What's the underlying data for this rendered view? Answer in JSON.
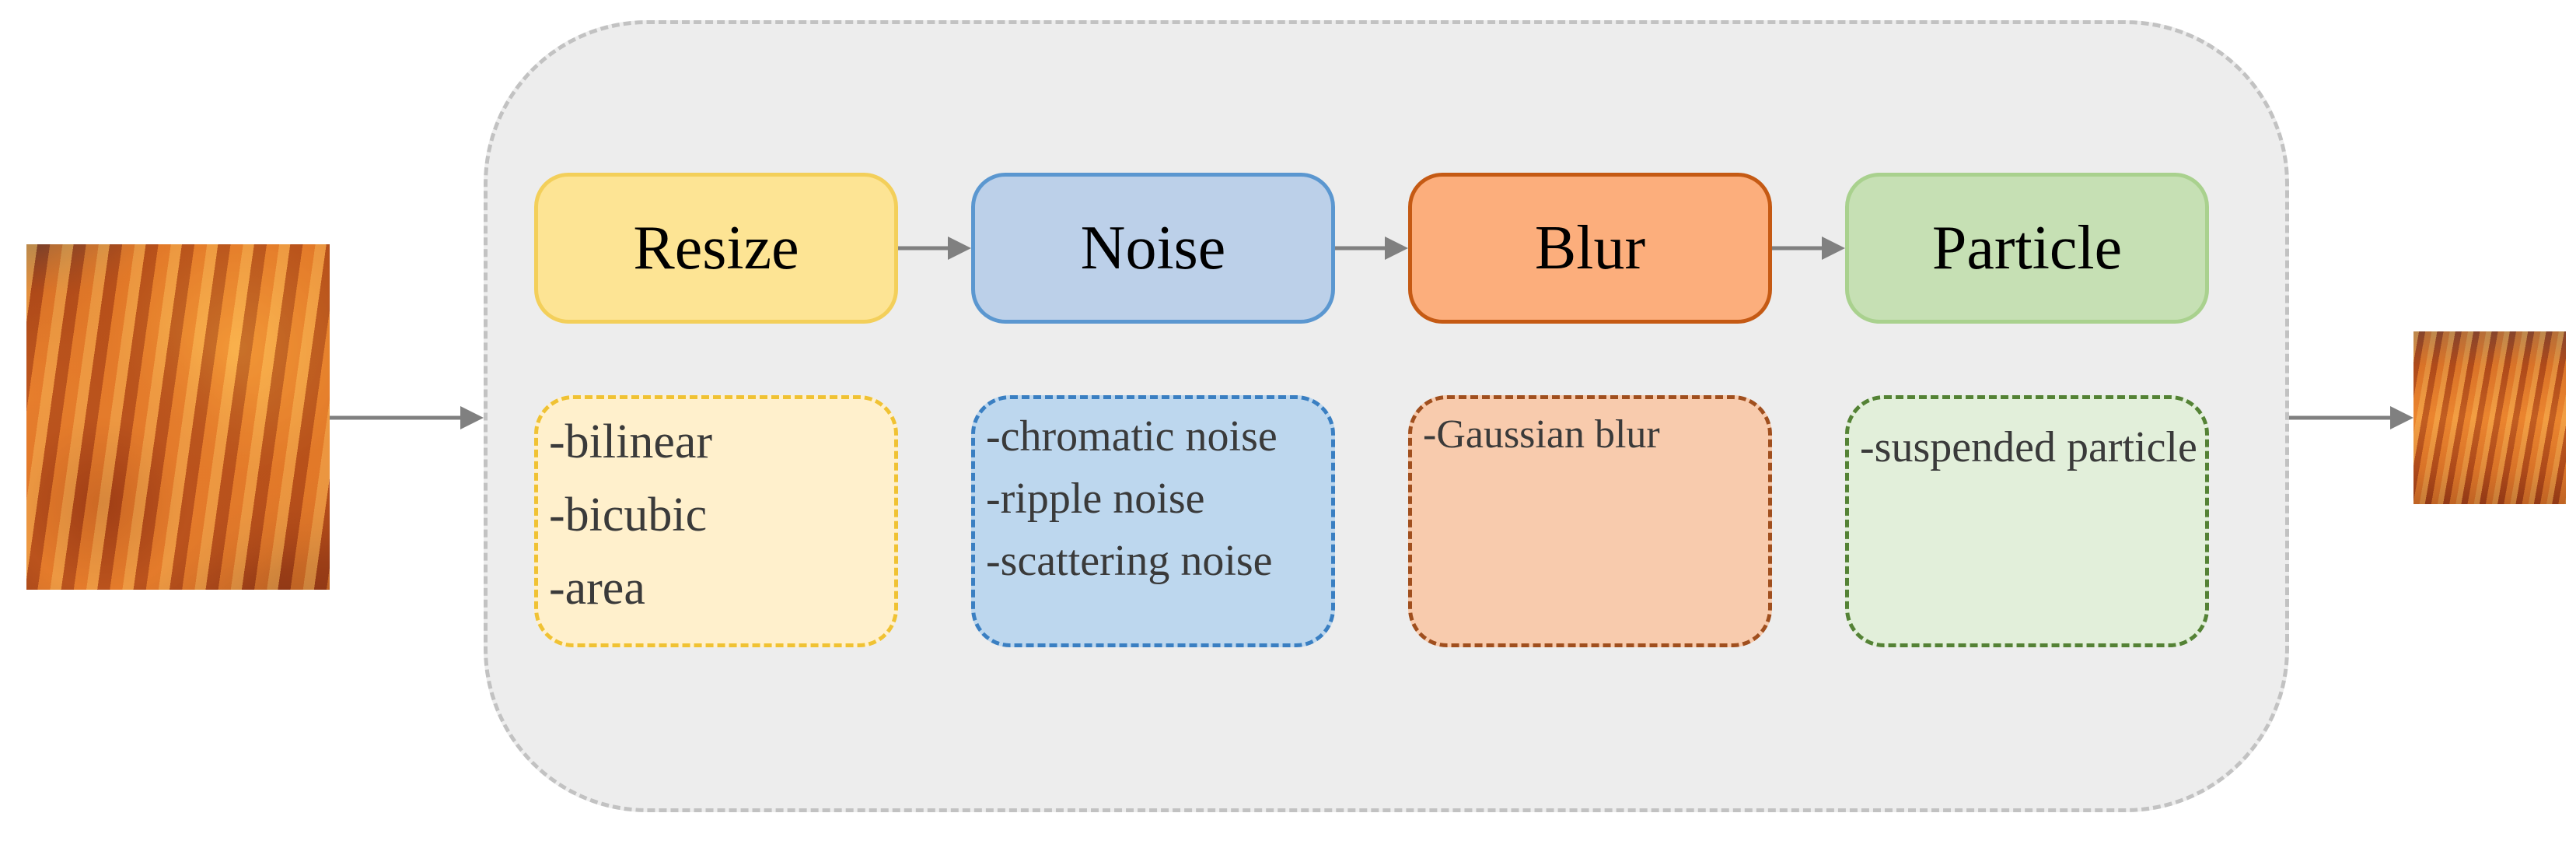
{
  "colors": {
    "arrow": "#808080",
    "container_fill": "#ededed",
    "container_border": "#c2c2c2"
  },
  "input_image": {
    "icon": "sea-anemone-photo"
  },
  "output_image": {
    "icon": "sea-anemone-photo-degraded"
  },
  "stages": [
    {
      "id": "resize",
      "title": "Resize",
      "fill": "#fde494",
      "border": "#f3cf5a",
      "options": [
        "-bilinear",
        "-bicubic",
        "-area"
      ],
      "options_fill": "#fff0cc",
      "options_border": "#f0c233"
    },
    {
      "id": "noise",
      "title": "Noise",
      "fill": "#bcd0e9",
      "border": "#5b97d0",
      "options": [
        "-chromatic noise",
        "-ripple noise",
        "-scattering noise"
      ],
      "options_fill": "#bdd7ee",
      "options_border": "#3a7fc2"
    },
    {
      "id": "blur",
      "title": "Blur",
      "fill": "#fcae7c",
      "border": "#c55a14",
      "options": [
        "-Gaussian blur"
      ],
      "options_fill": "#f8cbad",
      "options_border": "#a04f1e"
    },
    {
      "id": "particle",
      "title": "Particle",
      "fill": "#c6e0b4",
      "border": "#a9d18e",
      "options": [
        "-suspended particle"
      ],
      "options_fill": "#e2efda",
      "options_border": "#548235"
    }
  ]
}
